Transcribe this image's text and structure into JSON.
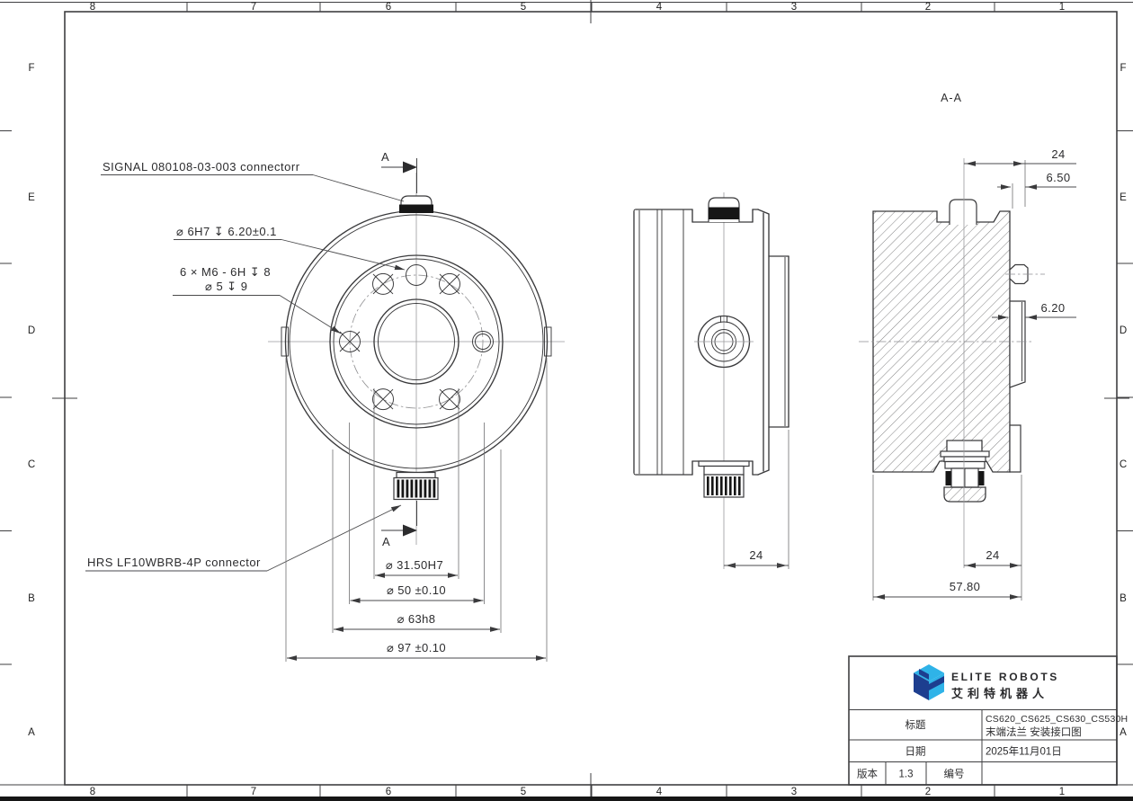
{
  "border": {
    "top_numbers": [
      "8",
      "7",
      "6",
      "5",
      "4",
      "3",
      "2",
      "1"
    ],
    "bottom_numbers": [
      "8",
      "7",
      "6",
      "5",
      "4",
      "3",
      "2",
      "1"
    ],
    "left_letters": [
      "F",
      "E",
      "D",
      "C",
      "B",
      "A"
    ],
    "right_letters": [
      "F",
      "E",
      "D",
      "C",
      "B",
      "A"
    ]
  },
  "front_view": {
    "signal_label": "SIGNAL 080108-03-003 connectorr",
    "dowel_label": "⌀ 6H7 ↧ 6.20±0.1",
    "m6_label_line1": "6 × M6 - 6H ↧ 8",
    "m6_label_line2": "⌀ 5 ↧ 9",
    "hrs_label": "HRS LF10WBRB-4P  connector",
    "dim_bore": "⌀ 31.50H7",
    "dim_bolt_circle": "⌀ 50 ±0.10",
    "dim_spigot": "⌀ 63h8",
    "dim_flange": "⌀ 97 ±0.10",
    "section_marker": "A"
  },
  "side_view": {
    "dim_offset": "24"
  },
  "section_view": {
    "title": "A-A",
    "dim_top": "24",
    "dim_recess": "6.50",
    "dim_spigot_depth": "6.20",
    "dim_bottom": "24",
    "dim_width": "57.80"
  },
  "title_block": {
    "brand_en": "ELITE ROBOTS",
    "brand_cn": "艾利特机器人",
    "title_label": "标题",
    "title_value_line1": "CS620_CS625_CS630_CS530H",
    "title_value_line2": "末端法兰 安装接口图",
    "date_label": "日期",
    "date_value": "2025年11月01日",
    "version_label": "版本",
    "version_value": "1.3",
    "number_label": "编号",
    "number_value": ""
  },
  "colors": {
    "logo_navy": "#1d3e8f",
    "logo_cyan": "#2fb3e8",
    "line_dark": "#3a3a3c"
  }
}
